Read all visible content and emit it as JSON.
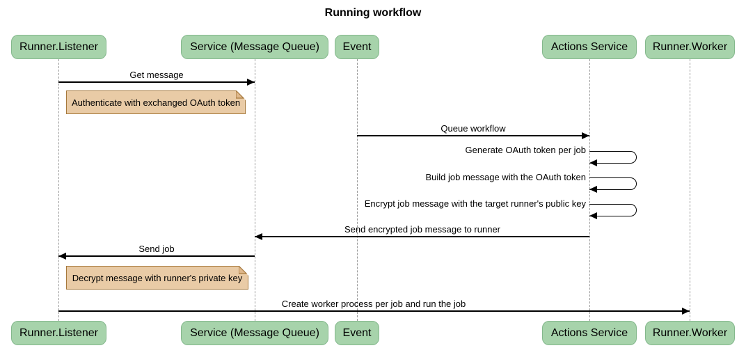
{
  "title": "Running workflow",
  "participants": [
    {
      "label": "Runner.Listener"
    },
    {
      "label": "Service (Message Queue)"
    },
    {
      "label": "Event"
    },
    {
      "label": "Actions Service"
    },
    {
      "label": "Runner.Worker"
    }
  ],
  "messages": [
    {
      "label": "Get message",
      "from": "Runner.Listener",
      "to": "Service (Message Queue)",
      "kind": "arrow"
    },
    {
      "label": "Queue workflow",
      "from": "Event",
      "to": "Actions Service",
      "kind": "arrow"
    },
    {
      "label": "Generate OAuth token per job",
      "from": "Actions Service",
      "to": "Actions Service",
      "kind": "self"
    },
    {
      "label": "Build job message with the OAuth token",
      "from": "Actions Service",
      "to": "Actions Service",
      "kind": "self"
    },
    {
      "label": "Encrypt job message with the target runner's public key",
      "from": "Actions Service",
      "to": "Actions Service",
      "kind": "self"
    },
    {
      "label": "Send encrypted job message to runner",
      "from": "Actions Service",
      "to": "Service (Message Queue)",
      "kind": "arrow"
    },
    {
      "label": "Send job",
      "from": "Service (Message Queue)",
      "to": "Runner.Listener",
      "kind": "arrow"
    },
    {
      "label": "Create worker process per job and run the job",
      "from": "Runner.Listener",
      "to": "Runner.Worker",
      "kind": "arrow"
    }
  ],
  "notes": [
    {
      "label": "Authenticate with exchanged OAuth token",
      "position": "right of Runner.Listener"
    },
    {
      "label": "Decrypt message with runner's private key",
      "position": "right of Runner.Listener"
    }
  ],
  "colors": {
    "actor_fill": "#A7D3AB",
    "actor_border": "#84B88C",
    "note_fill": "#E9CBA6",
    "note_border": "#A6793C",
    "lifeline": "#9A9A9A",
    "arrow": "#000000",
    "background": "#FFFFFF",
    "text": "#000000"
  }
}
